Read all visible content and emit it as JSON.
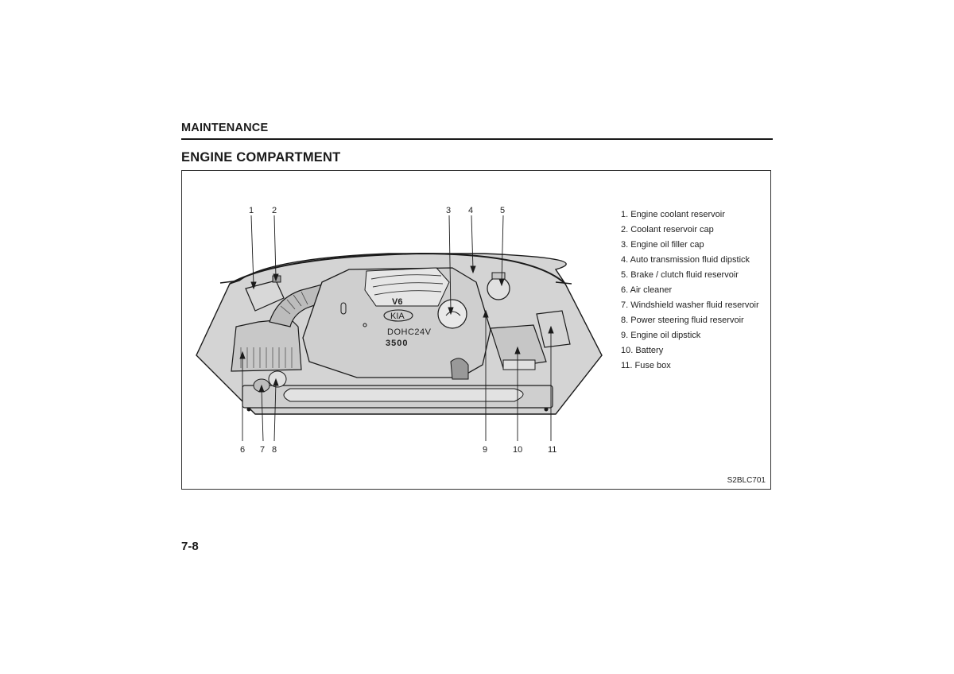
{
  "header": {
    "section": "MAINTENANCE"
  },
  "title": "ENGINE COMPARTMENT",
  "figure": {
    "callouts": [
      "1",
      "2",
      "3",
      "4",
      "5",
      "6",
      "7",
      "8",
      "9",
      "10",
      "11"
    ],
    "engine_labels": {
      "kia": "KIA",
      "v6": "V6",
      "dohc": "DOHC24V",
      "displacement": "3500"
    },
    "legend": [
      "1. Engine coolant reservoir",
      "2. Coolant reservoir cap",
      "3. Engine oil filler cap",
      "4. Auto transmission fluid dipstick",
      "5. Brake / clutch fluid reservoir",
      "6. Air cleaner",
      "7. Windshield washer fluid reservoir",
      "8. Power steering fluid reservoir",
      "9. Engine oil dipstick",
      "10. Battery",
      "11. Fuse box"
    ],
    "code": "S2BLC701"
  },
  "page_number": "7-8"
}
